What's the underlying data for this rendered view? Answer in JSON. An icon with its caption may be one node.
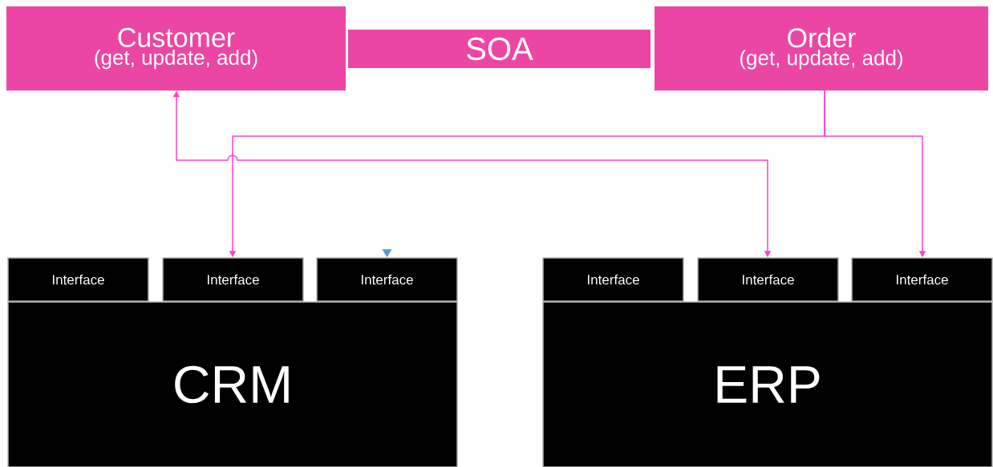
{
  "diagram": {
    "nodes": [
      {
        "text": [
          "Customer",
          "(get, update, add)"
        ]
      },
      {
        "text": [
          "SOA"
        ]
      },
      {
        "text": [
          "Order",
          "(get, update, add)"
        ]
      },
      {
        "text": [
          "Interface"
        ]
      },
      {
        "text": [
          "Interface"
        ]
      },
      {
        "text": [
          "Interface"
        ]
      },
      {
        "text": [
          "CRM"
        ]
      },
      {
        "text": [
          "Interface"
        ]
      },
      {
        "text": [
          "Interface"
        ]
      },
      {
        "text": [
          "Interface"
        ]
      },
      {
        "text": [
          "ERP"
        ]
      }
    ],
    "edges": [
      {
        "from": 0,
        "to": 8,
        "arrow": "both"
      },
      {
        "from": 2,
        "to": 4,
        "arrow": "to"
      },
      {
        "from": 2,
        "to": 9,
        "arrow": "to"
      },
      {
        "from": null,
        "to": 5,
        "arrow": "to",
        "color": "#5b9bd5"
      }
    ]
  }
}
